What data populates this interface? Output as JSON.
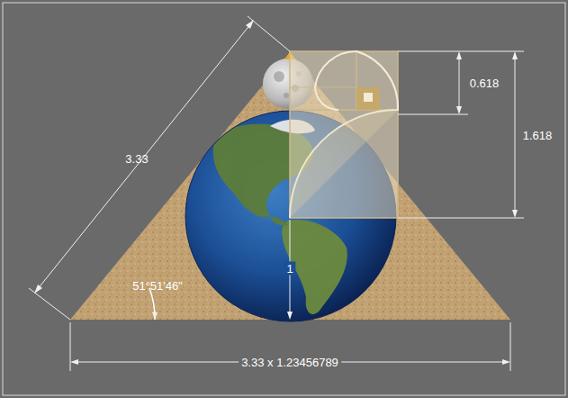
{
  "diagram": {
    "labels": [
      "3.33",
      "0.618",
      "1.618",
      "1",
      "51°51'46\"",
      "3.33 x 1.23456789"
    ]
  }
}
